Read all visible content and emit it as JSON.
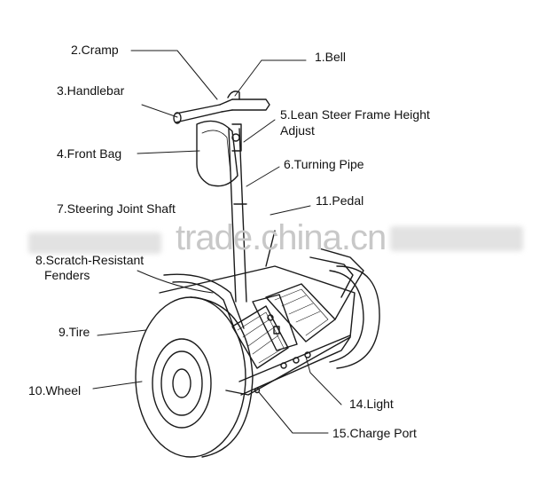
{
  "labels": {
    "l1": "1.Bell",
    "l2": "2.Cramp",
    "l3": "3.Handlebar",
    "l4": "4.Front Bag",
    "l5a": "5.Lean Steer Frame Height",
    "l5b": "Adjust",
    "l6": "6.Turning Pipe",
    "l7": "7.Steering Joint Shaft",
    "l8a": "8.Scratch-Resistant",
    "l8b": "Fenders",
    "l9": "9.Tire",
    "l10": "10.Wheel",
    "l11": "11.Pedal",
    "l14": "14.Light",
    "l15": "15.Charge Port"
  },
  "watermark": "trade.china.cn",
  "colors": {
    "line": "#1a1a1a",
    "label": "#111111",
    "watermark": "#c8c8c8"
  }
}
